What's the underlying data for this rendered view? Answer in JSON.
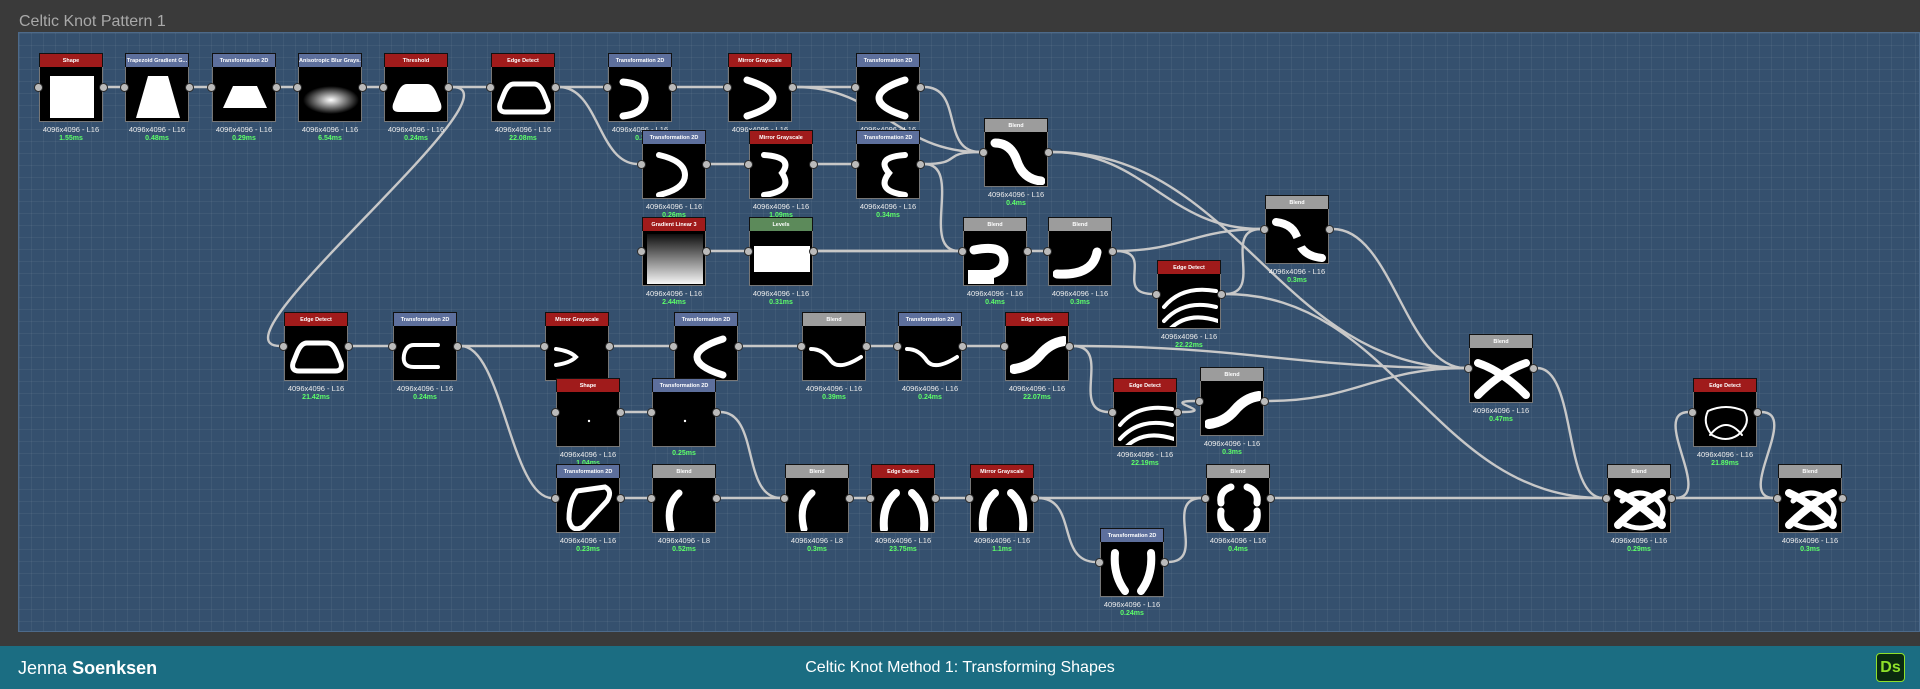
{
  "frame": {
    "title": "Celtic Knot Pattern 1"
  },
  "colors": {
    "canvas": "#35506e",
    "header_red": "#a01b1b",
    "header_blue": "#5d6f9c",
    "header_gray": "#9c9c9c",
    "header_green": "#5c8a5a",
    "timing_green": "#5dff6a",
    "footer": "#1b6d82",
    "wire": "#c8c8c8"
  },
  "nodes": [
    {
      "id": "n1",
      "title": "Shape",
      "res": "4096x4096 - L16",
      "time": "1.55ms",
      "icon": "square-shape-thumb"
    },
    {
      "id": "n2",
      "title": "Trapezoid Gradient G...",
      "res": "4096x4096 - L16",
      "time": "0.48ms",
      "icon": "trapezoid-thumb"
    },
    {
      "id": "n3",
      "title": "Transformation 2D",
      "res": "4096x4096 - L16",
      "time": "0.29ms",
      "icon": "flat-trapezoid-thumb"
    },
    {
      "id": "n4",
      "title": "Anisotropic Blur Grays...",
      "res": "4096x4096 - L16",
      "time": "6.54ms",
      "icon": "blurred-shape-thumb"
    },
    {
      "id": "n5",
      "title": "Threshold",
      "res": "4096x4096 - L16",
      "time": "0.24ms",
      "icon": "rounded-trapezoid-thumb"
    },
    {
      "id": "n6",
      "title": "Edge Detect",
      "res": "4096x4096 - L16",
      "time": "22.08ms",
      "icon": "outline-loop-thumb"
    },
    {
      "id": "n7",
      "title": "Transformation 2D",
      "res": "4096x4096 - L16",
      "time": "0.3",
      "icon": "curve-thumb"
    },
    {
      "id": "n8",
      "title": "Mirror Grayscale",
      "res": "4096x4096 - L16",
      "time": "",
      "icon": "chevron-thumb"
    },
    {
      "id": "n9",
      "title": "Transformation 2D",
      "res": "4096x4096 - L16",
      "time": "",
      "icon": "left-chevron-thumb"
    },
    {
      "id": "n10",
      "title": "Transformation 2D",
      "res": "4096x4096 - L16",
      "time": "0.26ms",
      "icon": "right-curve-thumb"
    },
    {
      "id": "n11",
      "title": "Mirror Grayscale",
      "res": "4096x4096 - L16",
      "time": "1.09ms",
      "icon": "three-shape-thumb"
    },
    {
      "id": "n12",
      "title": "Transformation 2D",
      "res": "4096x4096 - L16",
      "time": "0.34ms",
      "icon": "e-shape-thumb"
    },
    {
      "id": "n13",
      "title": "Blend",
      "res": "4096x4096 - L16",
      "time": "0.4ms",
      "icon": "diagonal-band-thumb"
    },
    {
      "id": "n14",
      "title": "Gradient Linear 3",
      "res": "4096x4096 - L16",
      "time": "2.44ms",
      "icon": "gradient-thumb"
    },
    {
      "id": "n15",
      "title": "Levels",
      "res": "4096x4096 - L16",
      "time": "0.31ms",
      "icon": "white-band-thumb"
    },
    {
      "id": "n16",
      "title": "Blend",
      "res": "4096x4096 - L16",
      "time": "0.4ms",
      "icon": "s-curve-thumb"
    },
    {
      "id": "n17",
      "title": "Blend",
      "res": "4096x4096 - L16",
      "time": "0.3ms",
      "icon": "arc-band-thumb"
    },
    {
      "id": "n18",
      "title": "Blend",
      "res": "4096x4096 - L16",
      "time": "0.3ms",
      "icon": "crossing-band-thumb"
    },
    {
      "id": "n19",
      "title": "Edge Detect",
      "res": "4096x4096 - L16",
      "time": "22.22ms",
      "icon": "double-stripe-thumb"
    },
    {
      "id": "n20",
      "title": "Edge Detect",
      "res": "4096x4096 - L16",
      "time": "21.42ms",
      "icon": "outline-loop-thumb"
    },
    {
      "id": "n21",
      "title": "Transformation 2D",
      "res": "4096x4096 - L16",
      "time": "0.24ms",
      "icon": "half-loop-thumb"
    },
    {
      "id": "n22",
      "title": "Mirror Grayscale",
      "res": "",
      "time": "",
      "icon": "left-curve-thumb"
    },
    {
      "id": "n23",
      "title": "Transformation 2D",
      "res": "L16",
      "time": "",
      "icon": "left-chevron-thumb"
    },
    {
      "id": "n24",
      "title": "Blend",
      "res": "4096x4096 - L16",
      "time": "0.39ms",
      "icon": "wave-thumb"
    },
    {
      "id": "n25",
      "title": "Transformation 2D",
      "res": "4096x4096 - L16",
      "time": "0.24ms",
      "icon": "wave-thumb"
    },
    {
      "id": "n26",
      "title": "Edge Detect",
      "res": "4096x4096 - L16",
      "time": "22.07ms",
      "icon": "thick-wave-thumb"
    },
    {
      "id": "n27",
      "title": "Blend",
      "res": "4096x4096 - L16",
      "time": "0.47ms",
      "icon": "knot-cross-thumb"
    },
    {
      "id": "n28",
      "title": "Edge Detect",
      "res": "4096x4096 - L16",
      "time": "22.19ms",
      "icon": "double-stripe-thumb"
    },
    {
      "id": "n29",
      "title": "Blend",
      "res": "4096x4096 - L16",
      "time": "0.3ms",
      "icon": "thick-wave-thumb"
    },
    {
      "id": "n30",
      "title": "Shape",
      "res": "4096x4096 - L16",
      "time": "1.04ms",
      "icon": "dot-thumb"
    },
    {
      "id": "n31",
      "title": "Transformation 2D",
      "res": "",
      "time": "0.25ms",
      "icon": "dot-thumb"
    },
    {
      "id": "n32",
      "title": "Transformation 2D",
      "res": "4096x4096 - L16",
      "time": "0.23ms",
      "icon": "rotated-loop-thumb"
    },
    {
      "id": "n33",
      "title": "Blend",
      "res": "4096x4096 - L8",
      "time": "0.52ms",
      "icon": "corner-arc-thumb"
    },
    {
      "id": "n34",
      "title": "Blend",
      "res": "4096x4096 - L8",
      "time": "0.3ms",
      "icon": "corner-arc-thumb"
    },
    {
      "id": "n35",
      "title": "Edge Detect",
      "res": "4096x4096 - L16",
      "time": "23.75ms",
      "icon": "corner-arcs-thumb"
    },
    {
      "id": "n36",
      "title": "Mirror Grayscale",
      "res": "4096x4096 - L16",
      "time": "1.1ms",
      "icon": "corner-arcs-thumb"
    },
    {
      "id": "n37",
      "title": "Transformation 2D",
      "res": "4096x4096 - L16",
      "time": "0.24ms",
      "icon": "bottom-arcs-thumb"
    },
    {
      "id": "n38",
      "title": "Blend",
      "res": "4096x4096 - L16",
      "time": "0.4ms",
      "icon": "four-arcs-thumb"
    },
    {
      "id": "n39",
      "title": "Edge Detect",
      "res": "4096x4096 - L16",
      "time": "21.89ms",
      "icon": "knot-outline-thumb"
    },
    {
      "id": "n40",
      "title": "Blend",
      "res": "4096x4096 - L16",
      "time": "0.29ms",
      "icon": "knot-thumb"
    },
    {
      "id": "n41",
      "title": "Blend",
      "res": "4096x4096 - L16",
      "time": "0.3ms",
      "icon": "knot-thumb"
    }
  ],
  "footer": {
    "author_first": "Jenna",
    "author_last": "Soenksen",
    "title": "Celtic Knot Method 1: Transforming Shapes",
    "logo": "Ds"
  }
}
